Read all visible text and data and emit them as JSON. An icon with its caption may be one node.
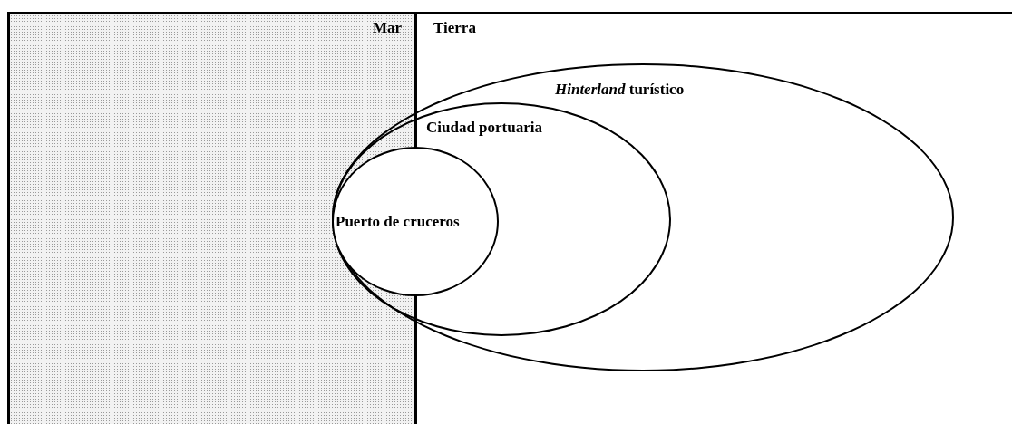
{
  "diagram": {
    "nodes": [
      {
        "text": [
          "Mar"
        ]
      },
      {
        "text": [
          "Tierra"
        ]
      },
      {
        "text": [
          "*Hinterland* turístico"
        ]
      },
      {
        "text": [
          "Ciudad portuaria"
        ],
        "in": 2
      },
      {
        "text": [
          "Puerto de cruceros"
        ],
        "in": 3
      }
    ]
  }
}
